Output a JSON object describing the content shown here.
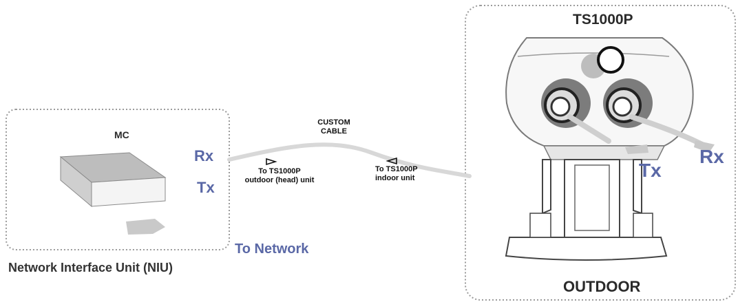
{
  "niu": {
    "box_title": "MC",
    "rx_label": "Rx",
    "tx_label": "Tx",
    "caption": "Network Interface Unit (NIU)"
  },
  "to_network_label": "To Network",
  "cable": {
    "label_line1": "CUSTOM",
    "label_line2": "CABLE",
    "left_arrow_line1": "To TS1000P",
    "left_arrow_line2": "outdoor (head) unit",
    "right_arrow_line1": "To TS1000P",
    "right_arrow_line2": "indoor unit"
  },
  "outdoor": {
    "title": "TS1000P",
    "tx_label": "Tx",
    "rx_label": "Rx",
    "caption": "OUTDOOR"
  },
  "colors": {
    "label_blue": "#5a68a6",
    "border_gray": "#9a9a9a",
    "cable_gray": "#d8d8d8"
  }
}
